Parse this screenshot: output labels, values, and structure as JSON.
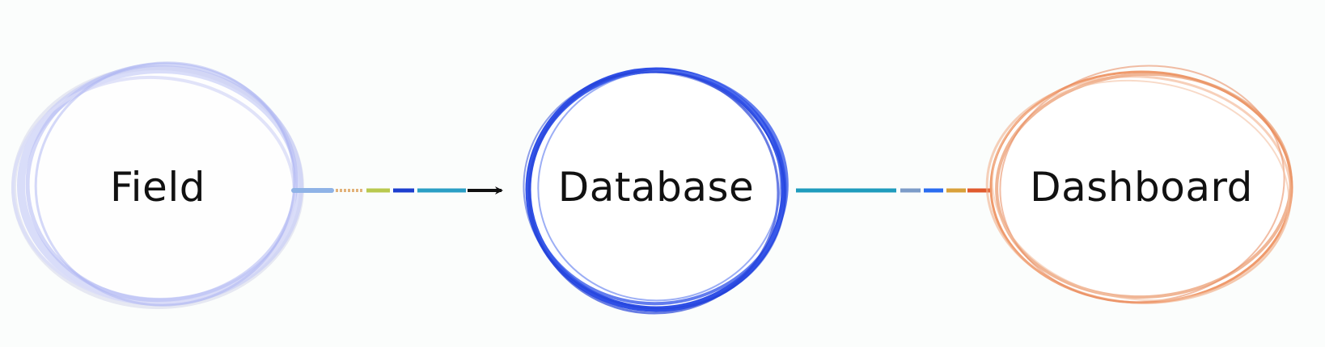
{
  "diagram": {
    "nodes": [
      {
        "id": "field",
        "label": "Field",
        "color": "#9fa9ef"
      },
      {
        "id": "database",
        "label": "Database",
        "color": "#2f4fe6"
      },
      {
        "id": "dashboard",
        "label": "Dashboard",
        "color": "#e9976a"
      }
    ],
    "edges": [
      {
        "from": "field",
        "to": "database",
        "arrow_color": "#111111"
      },
      {
        "from": "database",
        "to": "dashboard",
        "arrow_color": "#e05a2e"
      }
    ]
  }
}
